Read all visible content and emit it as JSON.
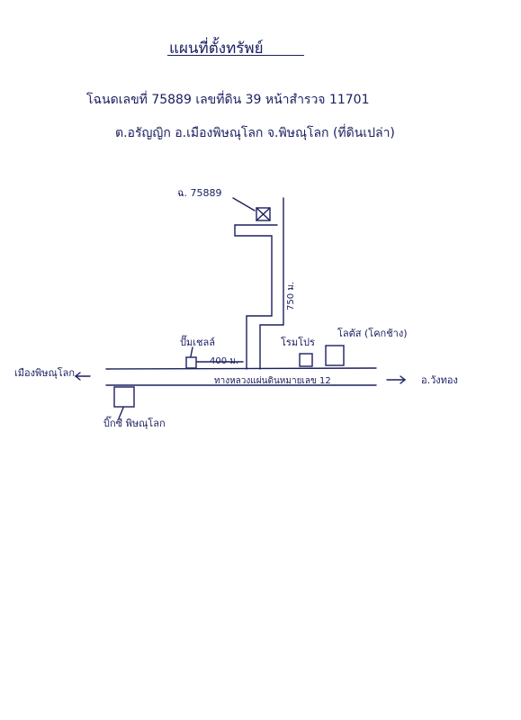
{
  "title": "แผนที่ตั้งทรัพย์",
  "header": {
    "deed_line": "โฉนดเลขที่ 75889   เลขที่ดิน 39   หน้าสำรวจ 11701",
    "location_line": "ต.อรัญญิก   อ.เมืองพิษณุโลก   จ.พิษณุโลก   (ที่ดินเปล่า)"
  },
  "map": {
    "property_label": "ฉ. 75889",
    "side_road_distance": "750 ม.",
    "pump_label": "ปั๊มเชลล์",
    "pump_distance": "400 ม.",
    "shop_label": "โรมโปร",
    "lotus_label": "โลตัส (โคกช้าง)",
    "highway_label": "ทางหลวงแผ่นดินหมายเลข 12",
    "west_direction": "เมืองพิษณุโลก",
    "east_direction": "อ.วังทอง",
    "bigc_label": "บิ๊กซี พิษณุโลก"
  }
}
